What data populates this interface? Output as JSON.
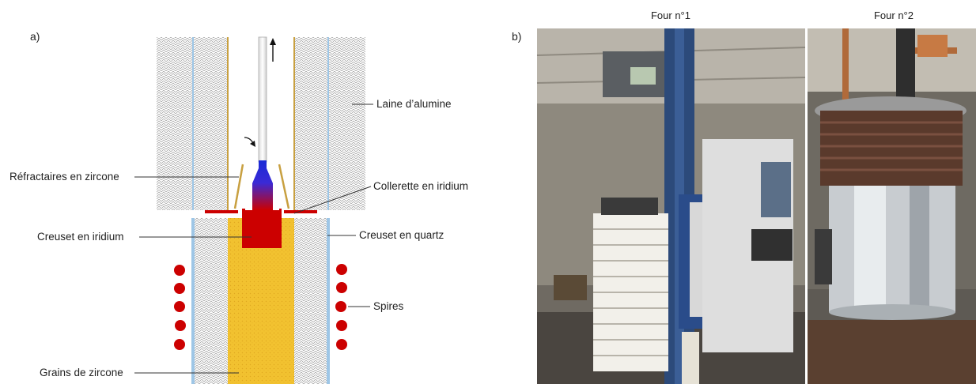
{
  "panel_a": {
    "letter": "a)",
    "labels": {
      "laine": "Laine d’alumine",
      "refractaires": "Réfractaires en zircone",
      "collerette": "Collerette en iridium",
      "creuset_iridium": "Creuset en iridium",
      "creuset_quartz": "Creuset en quartz",
      "spires": "Spires",
      "grains": "Grains de zircone"
    }
  },
  "panel_b": {
    "letter": "b)",
    "photos": [
      {
        "title": "Four n°1"
      },
      {
        "title": "Four n°2"
      }
    ]
  },
  "colors": {
    "iridium_red": "#cc0000",
    "crystal_blue": "#1a2ad6",
    "zircone_yellow": "#f2c230",
    "refractory_tan": "#c8a040",
    "quartz_blue": "#9ec6e6"
  }
}
